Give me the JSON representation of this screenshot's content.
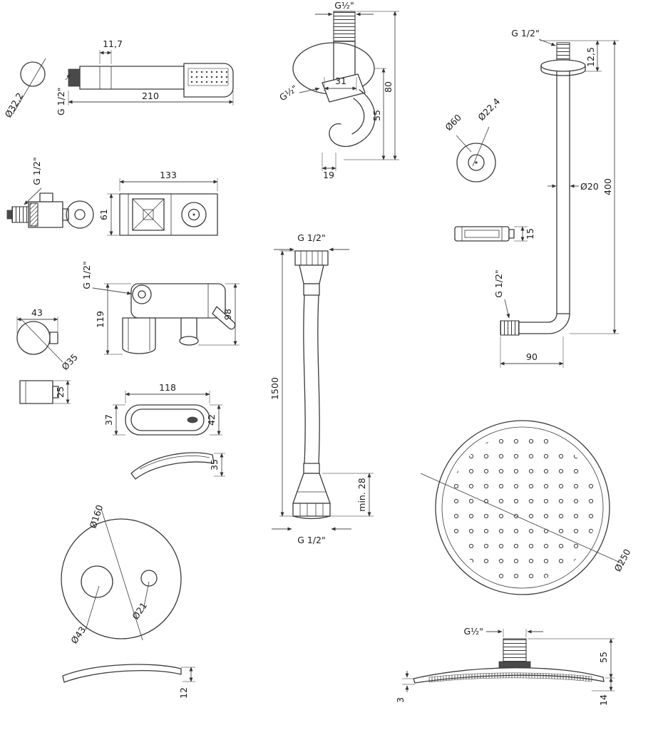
{
  "drawing": {
    "background": "#ffffff",
    "line_color": "#3a3a3a",
    "text_color": "#1c1c1c",
    "components": [
      "hand-shower",
      "wall-bracket",
      "ceiling-arm",
      "wall-rosette",
      "flow-restrictor",
      "mixer-valve",
      "exposed-mixer",
      "check-valve-knob",
      "handle",
      "lever",
      "cover-plate",
      "shower-hose",
      "shower-head-top",
      "shower-head-side"
    ]
  },
  "labels": {
    "hs_offset": "11,7",
    "hs_length": "210",
    "hs_thread": "G 1/2\"",
    "hs_diameter": "Ø32,2",
    "elbow_thread_top": "G½\"",
    "elbow_thread_side": "G½\"",
    "elbow_offset": "31",
    "elbow_height": "80",
    "elbow_height_inner": "55",
    "elbow_depth": "19",
    "arm_thread_top": "G 1/2\"",
    "arm_flange": "12,5",
    "rosette_outer": "Ø60",
    "rosette_inner": "Ø22,4",
    "arm_pipe": "Ø20",
    "arm_length": "400",
    "restrictor": "15",
    "arm_thread_wall": "G 1/2\"",
    "arm_reach": "90",
    "valve_thread": "G 1/2\"",
    "valve_width": "133",
    "valve_height": "61",
    "mixer_thread": "G 1/2\"",
    "mixer_height": "119",
    "mixer_depth": "98",
    "knob_width": "43",
    "knob_dia": "Ø35",
    "knob_depth": "25",
    "handle_length": "118",
    "handle_width": "37",
    "handle_height": "42",
    "lever_height": "35",
    "plate_dia": "Ø160",
    "plate_hole_small": "Ø21",
    "plate_hole_large": "Ø43",
    "plate_thickness": "12",
    "hose_thread_top": "G 1/2\"",
    "hose_length": "1500",
    "hose_min": "min. 28",
    "hose_thread_bottom": "G 1/2\"",
    "head_dia": "Ø250",
    "head_thread": "G½\"",
    "head_height": "55",
    "head_rim": "14",
    "head_lip": "3"
  }
}
